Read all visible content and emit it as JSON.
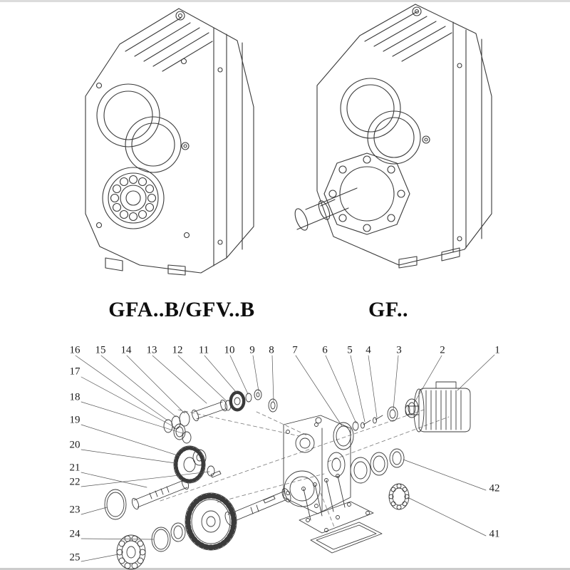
{
  "figures": [
    {
      "caption": "GFA..B/GFV..B"
    },
    {
      "caption": "GF.."
    }
  ],
  "exploded": {
    "callouts_top": [
      "16",
      "15",
      "14",
      "13",
      "12",
      "11",
      "10",
      "9",
      "8",
      "7",
      "6",
      "5",
      "4",
      "3",
      "2",
      "1"
    ],
    "callouts_left": [
      "17",
      "18",
      "19",
      "20",
      "21",
      "22",
      "23",
      "24",
      "25"
    ],
    "callouts_right": [
      "42",
      "41"
    ]
  },
  "colors": {
    "line": "#3a3a3a",
    "leader": "#555555",
    "axis_dashed": "#777777"
  }
}
